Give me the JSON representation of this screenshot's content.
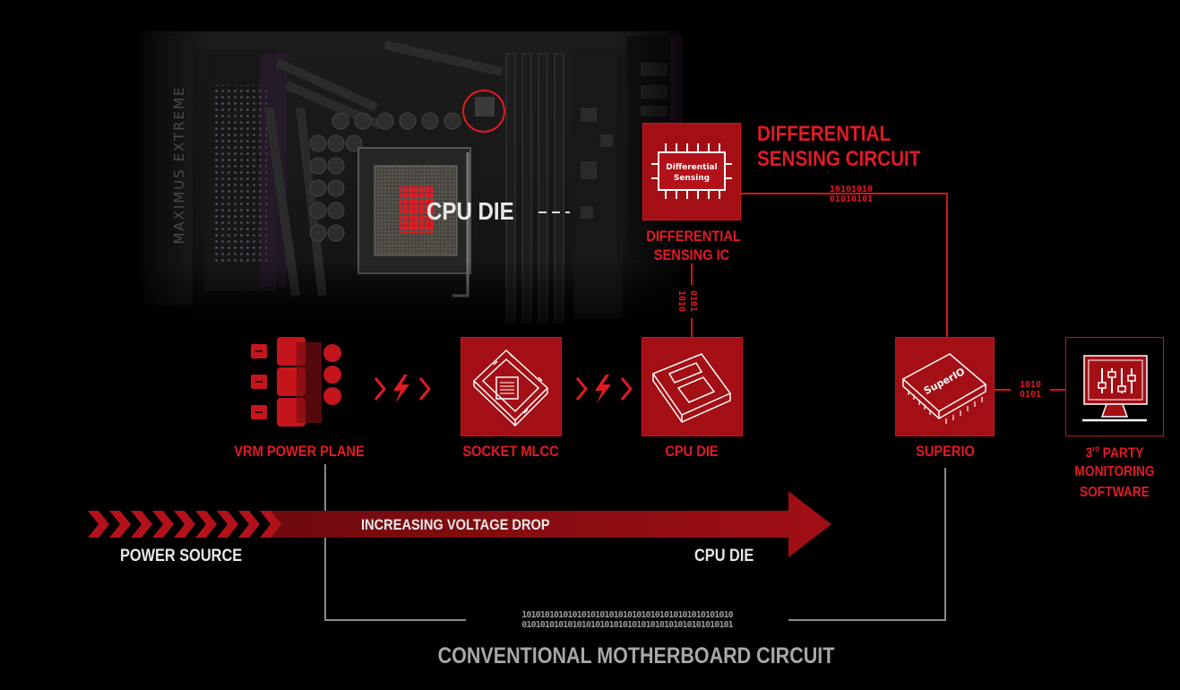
{
  "board": {
    "brand_text": "MAXIMUS EXTREME",
    "cpu_die_callout": "CPU DIE"
  },
  "differential": {
    "title_line1": "DIFFERENTIAL",
    "title_line2": "SENSING CIRCUIT",
    "chip_label_line1": "Differential",
    "chip_label_line2": "Sensing",
    "ic_label_line1": "DIFFERENTIAL",
    "ic_label_line2": "SENSING IC",
    "bits_top": "10101010",
    "bits_bottom": "01010101",
    "vertical_bits_1": "1010",
    "vertical_bits_2": "0101"
  },
  "chain": {
    "vrm_label": "VRM POWER PLANE",
    "mlcc_label": "SOCKET MLCC",
    "cpu_label": "CPU DIE",
    "superio_label": "SUPERIO",
    "superio_chip_text": "SuperIO",
    "link_bits_top": "1010",
    "link_bits_bottom": "0101",
    "software_label_line1_main": "3",
    "software_label_line1_sup": "rd",
    "software_label_line1_rest": " PARTY",
    "software_label_line2": "MONITORING",
    "software_label_line3": "SOFTWARE"
  },
  "voltage_arrow": {
    "label": "INCREASING VOLTAGE DROP",
    "start_label": "POWER SOURCE",
    "end_label": "CPU DIE"
  },
  "conventional": {
    "bits_top": "1010101010101010101010101010101010101010101010",
    "bits_bottom": "0101010101010101010101010101010101010101010101",
    "label": "CONVENTIONAL MOTHERBOARD CIRCUIT"
  },
  "colors": {
    "accent_red": "#e01b24",
    "dark_red": "#a30f15",
    "line_grey": "#8a8a8a",
    "background": "#000000"
  }
}
